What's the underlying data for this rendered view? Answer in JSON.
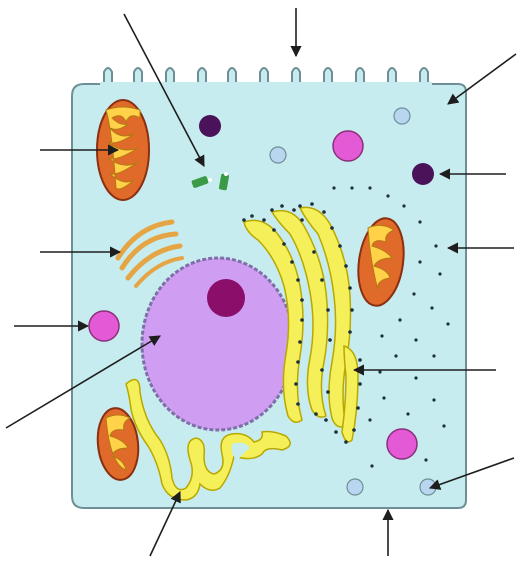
{
  "diagram": {
    "subject": "animal cell",
    "labels_present": false,
    "pointer_count": 13
  },
  "palette": {
    "background": "#ffffff",
    "cytoplasm_fill": "#c7ecef",
    "cell_outline": "#6f8f96",
    "mitochondrion_outer": "#e06a2a",
    "mitochondrion_cristae": "#ffd24a",
    "nucleus_fill": "#cf9df2",
    "nucleus_envelope": "#7d6fa7",
    "nucleolus": "#8a0e6a",
    "golgi": "#e6a545",
    "er": "#f5f05a",
    "er_outline": "#b8a800",
    "ribosome": "#1c2f3a",
    "lysosome_pink": "#e45ad6",
    "vesicle_blue": "#b8d6f0",
    "vesicle_dark": "#4a1258",
    "centriole_green": "#3b9a45",
    "pointer": "#1e1e1e"
  },
  "parts": [
    {
      "name": "cell-membrane",
      "icon": "membrane-icon"
    },
    {
      "name": "microvilli",
      "icon": "microvilli-icon"
    },
    {
      "name": "mitochondrion",
      "icon": "mitochondrion-icon"
    },
    {
      "name": "golgi-apparatus",
      "icon": "golgi-icon"
    },
    {
      "name": "nucleus",
      "icon": "nucleus-icon"
    },
    {
      "name": "nucleolus",
      "icon": "nucleolus-icon"
    },
    {
      "name": "rough-endoplasmic-reticulum",
      "icon": "rough-er-icon"
    },
    {
      "name": "smooth-endoplasmic-reticulum",
      "icon": "smooth-er-icon"
    },
    {
      "name": "ribosome",
      "icon": "ribosome-icon"
    },
    {
      "name": "lysosome",
      "icon": "lysosome-icon"
    },
    {
      "name": "vesicle",
      "icon": "vesicle-icon"
    },
    {
      "name": "centrioles",
      "icon": "centriole-icon"
    },
    {
      "name": "cytoplasm",
      "icon": "cytoplasm-icon"
    }
  ]
}
